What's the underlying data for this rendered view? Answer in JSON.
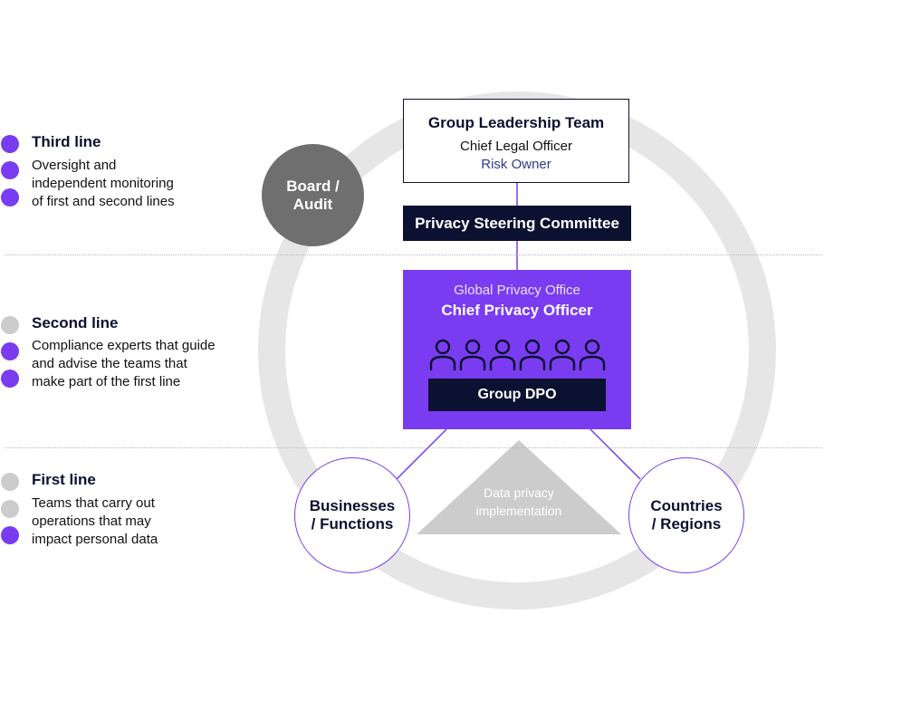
{
  "colors": {
    "purple": "#7a3cf0",
    "light_gray": "#cccccc",
    "navy": "#0b1130",
    "ring_gray": "#e6e6e6",
    "board_gray": "#6f6f6f",
    "risk_blue": "#2d3b8c"
  },
  "legend": [
    {
      "title": "Third line",
      "description": "Oversight and\nindependent monitoring\nof first and second lines",
      "dots": [
        "purple",
        "purple",
        "purple"
      ]
    },
    {
      "title": "Second line",
      "description": "Compliance experts that guide\nand advise the teams that\nmake part of the first line",
      "dots": [
        "gray",
        "purple",
        "purple"
      ]
    },
    {
      "title": "First line",
      "description": "Teams that carry out\noperations that may\nimpact personal data",
      "dots": [
        "gray",
        "gray",
        "purple"
      ]
    }
  ],
  "board": {
    "label": "Board /\nAudit"
  },
  "glt": {
    "title": "Group Leadership Team",
    "subtitle": "Chief Legal Officer",
    "risk": "Risk Owner"
  },
  "psc": {
    "label": "Privacy Steering Committee"
  },
  "gpo": {
    "subtitle": "Global Privacy Office",
    "title": "Chief Privacy Officer",
    "people_icon": "people-icon",
    "dpo_label": "Group DPO"
  },
  "triangle": {
    "label": "Data privacy\nimplementation"
  },
  "businesses": {
    "label": "Businesses\n/ Functions"
  },
  "countries": {
    "label": "Countries\n/ Regions"
  }
}
